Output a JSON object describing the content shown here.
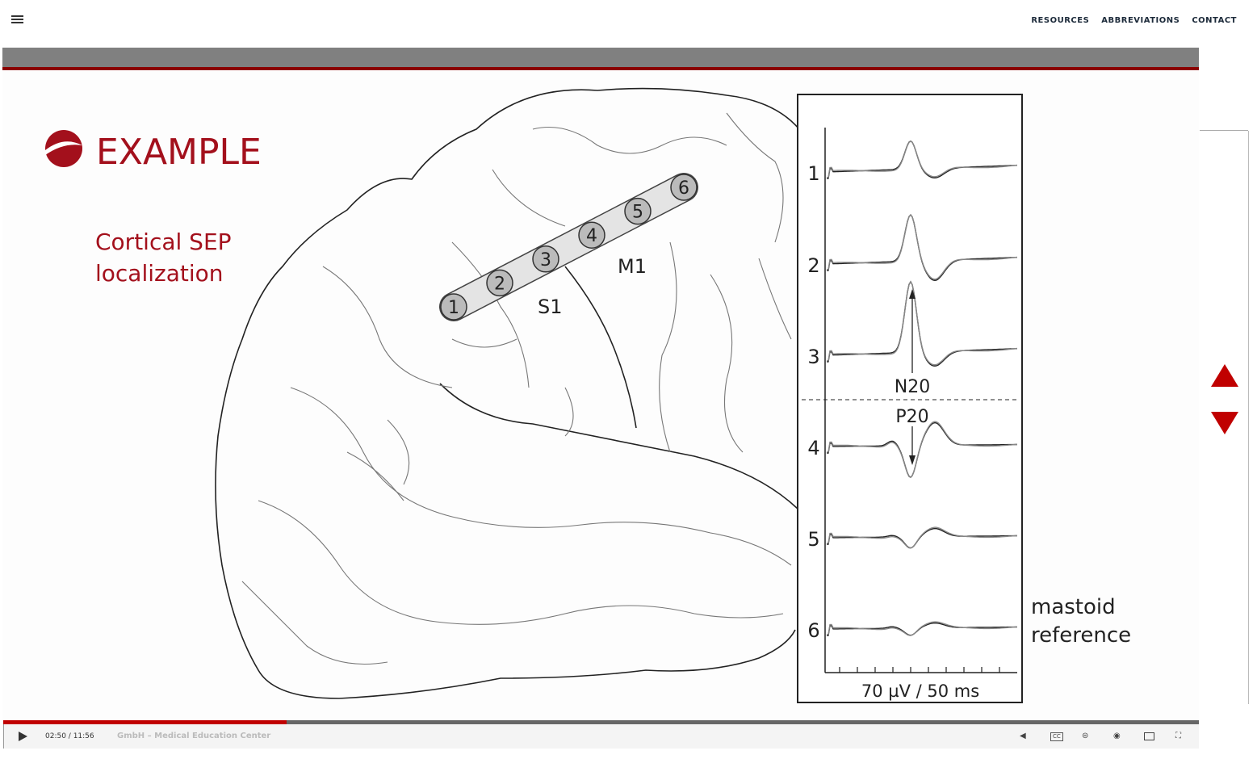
{
  "header": {
    "nav": [
      "RESOURCES",
      "ABBREVIATIONS",
      "CONTACT"
    ]
  },
  "slide": {
    "logo_text": "EXAMPLE",
    "title_line1": "Cortical SEP",
    "title_line2": "localization",
    "electrodes": [
      "1",
      "2",
      "3",
      "4",
      "5",
      "6"
    ],
    "region_labels": {
      "s1": "S1",
      "m1": "M1"
    },
    "trace_labels": [
      "1",
      "2",
      "3",
      "4",
      "5",
      "6"
    ],
    "n20": "N20",
    "p20": "P20",
    "scale": "70 µV / 50 ms",
    "ref_line1": "mastoid",
    "ref_line2": "reference",
    "colors": {
      "brand": "#a3101c",
      "line": "#222222"
    }
  },
  "player": {
    "time": "02:50 / 11:56",
    "caption": "GmbH – Medical Education Center",
    "progress": 0.237
  }
}
